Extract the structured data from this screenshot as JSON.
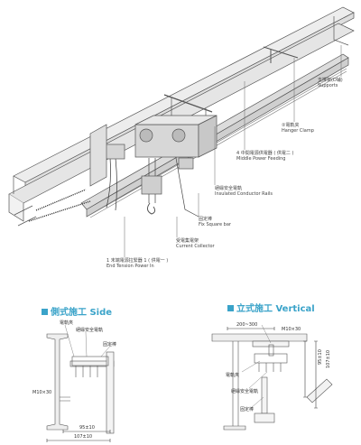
{
  "labels": {
    "supports": {
      "zh": "支撑架(D辅)",
      "en": "Supports"
    },
    "hanger_clamp": {
      "zh": "②電軌夹",
      "en": "Hanger Clamp"
    },
    "middle_feeding": {
      "zh": "4 中間電源供電器 ( 供電二 )",
      "en": "Middle Power Feeding"
    },
    "insulated_rails": {
      "zh": "絕緣安全電軌",
      "en": "Insulated Conductor Rails"
    },
    "fix_square_bar": {
      "zh": "固定棒",
      "en": "Fix Square bar"
    },
    "current_collector": {
      "zh": "受電集電架",
      "en": "Current Collector"
    },
    "end_tension": {
      "zh": "1 末端電源拉緊器 1 ( 供電一 )",
      "en": "End Tension Power In"
    }
  },
  "side": {
    "title": "側式施工 Side",
    "rail_clamp": "電軌夾",
    "insulated_rail": "絕緣安全電軌",
    "fix_bar": "固定棒",
    "bolt": "M10×30",
    "dim_95": "95±10",
    "dim_107": "107±10"
  },
  "vertical": {
    "title": "立式施工 Vertical",
    "dim_top": "200~300",
    "bolt": "M10×30",
    "rail_clamp": "電軌夾",
    "insulated_rail": "絕緣安全電軌",
    "fix_bar": "固定棒",
    "dim_95": "95±10",
    "dim_107": "107±10"
  },
  "colors": {
    "accent": "#3aa3c9",
    "line": "#555555",
    "rail": "#e9e9e9"
  }
}
